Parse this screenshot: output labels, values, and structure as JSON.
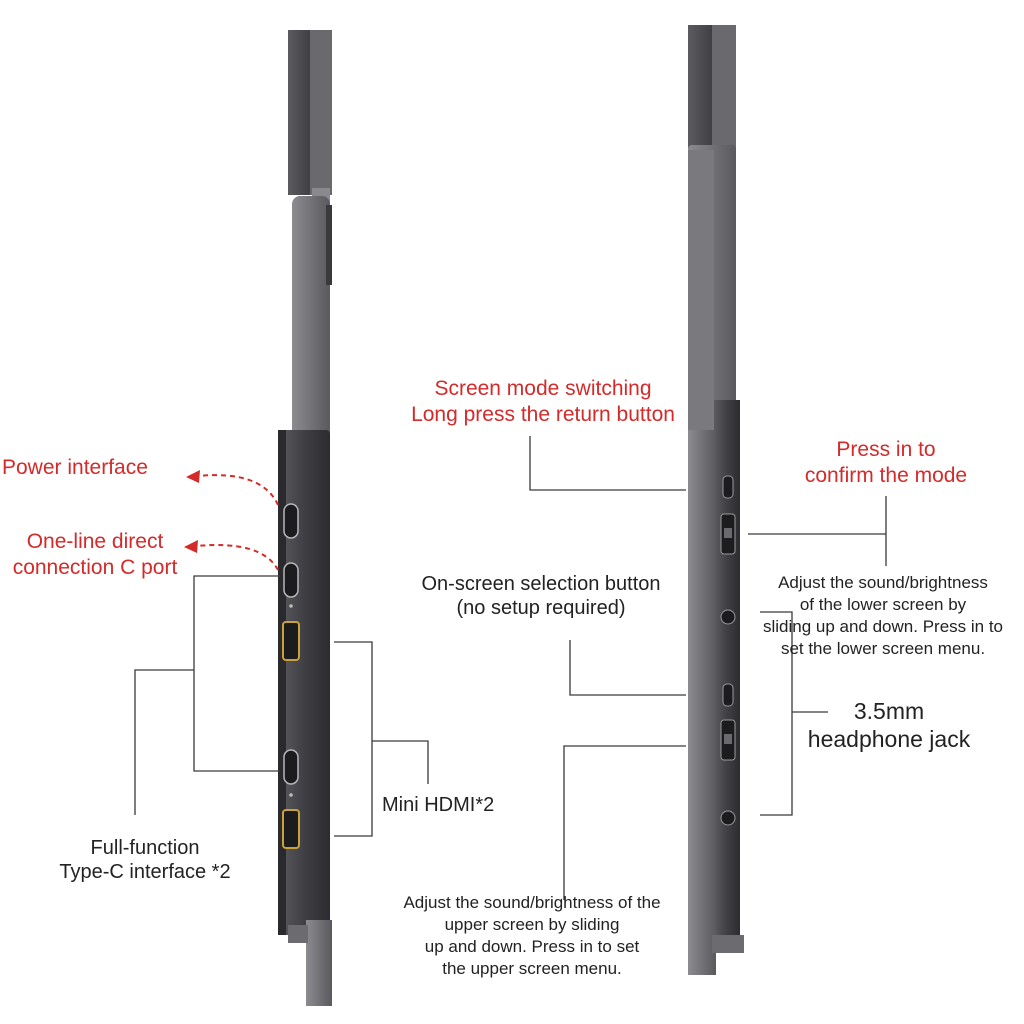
{
  "colors": {
    "callout_red": "#d42a2a",
    "callout_black": "#222222",
    "leader_line": "#3a3a3a",
    "device_body": "#4a4a4e",
    "port_gold": "#c9a23a"
  },
  "icons": {
    "left_device": "monitor-side-profile-icon",
    "right_device": "monitor-side-profile-icon",
    "power_arrow": "dashed-curved-arrow-icon",
    "c_port_arrow": "dashed-curved-arrow-icon"
  },
  "left": {
    "power_interface": "Power interface",
    "c_port": [
      "One-line direct",
      "connection C port"
    ],
    "mini_hdmi": "Mini HDMI*2",
    "type_c": [
      "Full-function",
      "Type-C interface *2"
    ]
  },
  "right": {
    "screen_mode": [
      "Screen mode switching",
      "Long press the return button"
    ],
    "press_in": [
      "Press in to",
      "confirm the mode"
    ],
    "lower_adjust": [
      "Adjust the sound/brightness",
      "of the lower screen by",
      "sliding up and down. Press in to",
      "set the lower screen menu."
    ],
    "selection_button": [
      "On-screen selection button",
      "(no setup required)"
    ],
    "headphone": [
      "3.5mm",
      "headphone jack"
    ],
    "upper_adjust": [
      "Adjust the sound/brightness of the",
      "upper screen by sliding",
      "up and down. Press in to set",
      "the upper screen menu."
    ]
  }
}
